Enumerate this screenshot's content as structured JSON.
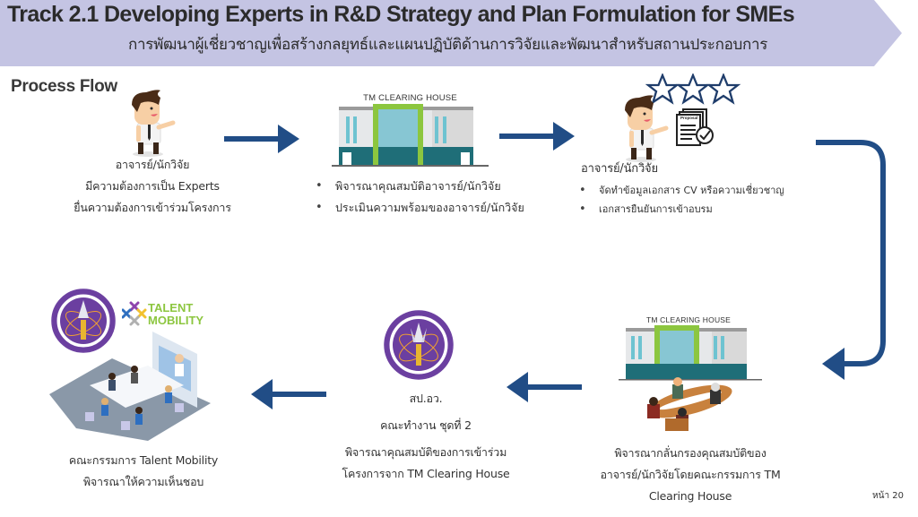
{
  "header": {
    "title": "Track 2.1  Developing Experts in R&D Strategy and Plan Formulation for SMEs",
    "subtitle": "การพัฒนาผู้เชี่ยวชาญเพื่อสร้างกลยุทธ์และแผนปฏิบัติด้านการวิจัยและพัฒนาสำหรับสถานประกอบการ",
    "banner_color": "#c4c4e3"
  },
  "section_title": "Process Flow",
  "colors": {
    "arrow": "#214d86",
    "text": "#333333",
    "green": "#8cc63f",
    "purple": "#6b3fa0"
  },
  "steps": [
    {
      "id": 1,
      "icon": "researcher-person-icon",
      "lines": [
        "อาจารย์/นักวิจัย",
        "มีความต้องการเป็น Experts",
        "ยื่นความต้องการเข้าร่วมโครงการ"
      ]
    },
    {
      "id": 2,
      "icon": "building-icon",
      "icon_label": "TM CLEARING HOUSE",
      "bullets": [
        "พิจารณาคุณสมบัติอาจารย์/นักวิจัย",
        "ประเมินความพร้อมของอาจารย์/นักวิจัย"
      ]
    },
    {
      "id": 3,
      "icon": "researcher-with-proposal-icon",
      "doc_label": "Proposal",
      "stars": 3,
      "heading": "อาจารย์/นักวิจัย",
      "bullets": [
        "จัดทำข้อมูลเอกสาร CV หรือความเชี่ยวชาญ",
        "เอกสารยืนยันการเข้าอบรม"
      ]
    },
    {
      "id": 4,
      "icon": "building-meeting-icon",
      "icon_label": "TM CLEARING HOUSE",
      "lines": [
        "พิจารณากลั่นกรองคุณสมบัติของ",
        "อาจารย์/นักวิจัยโดยคณะกรรมการ TM",
        "Clearing House"
      ]
    },
    {
      "id": 5,
      "icon": "tistr-seal-icon",
      "lines": [
        "สป.อว.",
        "คณะทำงาน ชุดที่ 2",
        "พิจารณาคุณสมบัติของการเข้าร่วม",
        "โครงการจาก TM Clearing House"
      ]
    },
    {
      "id": 6,
      "icon": "committee-meeting-icon",
      "logo_text": [
        "TALENT",
        "MOBILITY"
      ],
      "lines": [
        "คณะกรรมการ Talent Mobility",
        "พิจารณาให้ความเห็นชอบ"
      ]
    }
  ],
  "footer": {
    "page": "หน้า 20"
  }
}
